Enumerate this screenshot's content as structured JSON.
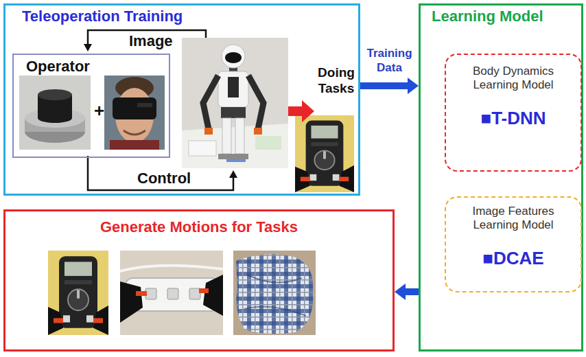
{
  "diagram": {
    "nodes": [
      {
        "text": [
          "Teleoperation Training"
        ]
      },
      {
        "text": [
          "Operator"
        ],
        "in": 0
      },
      {
        "text": [
          "Learning Model"
        ]
      },
      {
        "text": [
          "Body Dynamics Learning Model",
          "■T-DNN"
        ],
        "in": 2
      },
      {
        "text": [
          "Image Features Learning Model",
          "■DCAE"
        ],
        "in": 2
      },
      {
        "text": [
          "Generate Motions for Tasks"
        ]
      }
    ],
    "edges": [
      {
        "from": 0,
        "to": 2,
        "label": "Training Data",
        "arrow": "to"
      },
      {
        "from": 2,
        "to": 5,
        "arrow": "to"
      }
    ],
    "labels": [
      "Image",
      "+",
      "Control",
      "Doing Tasks"
    ]
  }
}
